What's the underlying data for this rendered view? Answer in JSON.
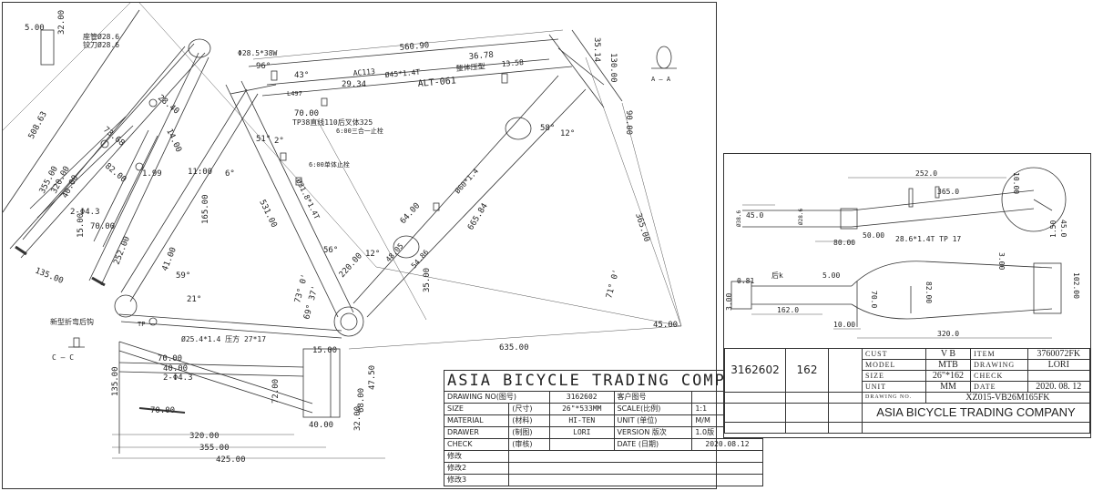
{
  "left_sheet": {
    "dims": {
      "d_5": "5.00",
      "d_32": "32.00",
      "seatpost": "座管Ø28.6",
      "hinge": "铰刀Ø28.6",
      "d_508": "508.63",
      "d_355": "355.00",
      "d_320": "320.00",
      "d_40": "40.00",
      "d_2phi": "2-Φ4.3",
      "d_135": "135.00",
      "d_7368": "73.68",
      "d_8200": "82.00",
      "d_199": "1.99",
      "d_2840": "28.40",
      "d_1400": "14.00",
      "d_7000a": "70.00",
      "d_1500": "15.00",
      "d_25200": "252.00",
      "d_1100": "11:00",
      "d_phi285": "Φ28.5*38W",
      "d_56090": "560.90",
      "d_3678": "36.78",
      "ac113": "AC113",
      "tube_top": "Ø45*1.4T",
      "press": "整体压型",
      "d_1358": "13.58",
      "alt": "ALT-061",
      "d_7000b": "70.00",
      "d_2934": "29.34",
      "tp38": "TP38直线110后叉体325",
      "three": "6:00三合一止栓",
      "single": "6:00单体止栓",
      "d_53100": "531.00",
      "d_phi318": "Ø31.8*1.4T",
      "d_phi60": "Ø60*1.4",
      "d_6400": "64.00",
      "d_22000": "220.00",
      "d_4805": "48.05",
      "d_5486": "54.86",
      "d_66584": "665.84",
      "d_36500": "365.00",
      "d_13000": "130.00",
      "d_9000": "90.00",
      "d_3514": "35.14",
      "d_1500b": "15.00",
      "d_3500": "35.00",
      "d_4500": "45.00",
      "d_63500": "635.00",
      "chain": "Ø25.4*1.4 压方 27*17",
      "fold": "新型折弯后钩",
      "d_16500": "165.00",
      "d_4100": "41.00",
      "d_13500b": "135.00",
      "d_7000c": "70.00",
      "d_72": "72.00",
      "d_32000": "320.00",
      "d_35500": "355.00",
      "d_42500": "425.00",
      "d_4000": "40.00",
      "d_4750": "47.50",
      "d_6800": "68.00",
      "d_3200": "32.00",
      "d_2phib": "2-Φ4.3",
      "d_7000d": "70.00",
      "ang_96": "96°",
      "ang_43": "43°",
      "ang_51": "51°",
      "ang_2": "2°",
      "ang_56": "56°",
      "ang_12a": "12°",
      "ang_12b": "12°",
      "ang_58": "58°",
      "ang_73": "73° 0'",
      "ang_69": "69° 37'",
      "ang_71": "71° 0'",
      "ang_59": "59°",
      "ang_21": "21°",
      "ang_6": "6°",
      "sec_aa": "A — A",
      "sec_cc": "C — C",
      "tp": "TP",
      "l497": "L497"
    },
    "title_block": {
      "company": "ASIA BICYCLE TRADING COMPANY",
      "drawing_no_label": "DRAWING NO(图号)",
      "drawing_no": "3162602",
      "part_no_label": "客户图号",
      "size_label": "SIZE",
      "size_cn": "(尺寸)",
      "size": "26\"*533MM",
      "scale_label": "SCALE(比例)",
      "scale": "1:1",
      "material_label": "MATERIAL",
      "material_cn": "(材料)",
      "material": "HI-TEN",
      "unit_label": "UNIT (单位)",
      "unit": "M/M",
      "drawer_label": "DRAWER",
      "drawer_cn": "(制图)",
      "drawer": "LORI",
      "version_label": "VERSION 版次",
      "version": "1.0版",
      "check_label": "CHECK",
      "check_cn": "(审核)",
      "date_label": "DATE (日期)",
      "date": "2020.08.12",
      "rev1": "修改",
      "rev2": "修改2",
      "rev3": "修改3"
    }
  },
  "right_sheet": {
    "dims": {
      "d_252": "252.0",
      "d_365": "365.0",
      "d_10": "10.00",
      "d_45a": "45.0",
      "d_80": "80.00",
      "d_50": "50.00",
      "d_phi38": "Ø38.6",
      "d_phi28": "Ø28.6",
      "tube": "28.6*1.4T TP 17",
      "d_30": "3.00",
      "d_150": "1.50",
      "d_450b": "45.0",
      "d_081": "0.81",
      "hook": "后k",
      "d_500": "5.00",
      "d_300": "3.00",
      "d_1620": "162.0",
      "d_1000": "10.00",
      "d_3200": "320.0",
      "d_8200": "82.00",
      "d_10200": "102.00",
      "d_700": "70.0"
    },
    "title_block": {
      "drawing_no": "3162602",
      "size_num": "162",
      "cust_label": "CUST",
      "cust": "V B",
      "item_label": "ITEM",
      "item": "3760072FK",
      "model_label": "MODEL",
      "model": "MTB",
      "drawing_label": "DRAWING",
      "drawing": "LORI",
      "size_label": "SIZE",
      "size": "26\"*162",
      "check_label": "CHECK",
      "check": "",
      "unit_label": "UNIT",
      "unit": "MM",
      "date_label": "DATE",
      "date": "2020. 08. 12",
      "drawing_no_label": "DRAWING NO.",
      "drawing_code": "XZ015-VB26M165FK",
      "company": "ASIA BICYCLE TRADING COMPANY"
    }
  }
}
